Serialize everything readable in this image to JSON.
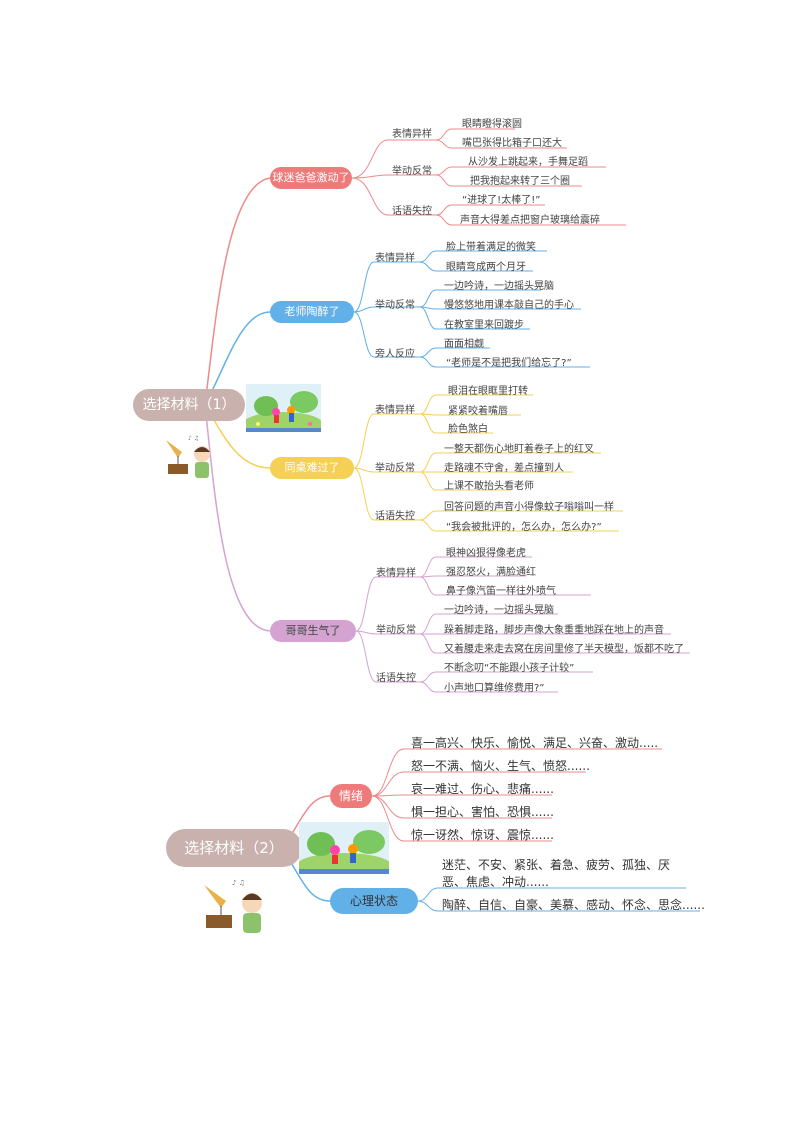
{
  "map1": {
    "root": "选择材料（1）",
    "b1": {
      "title": "球迷爸爸激动了",
      "groups": [
        {
          "label": "表情异样",
          "items": [
            "眼睛瞪得滚圆",
            "嘴巴张得比箱子口还大"
          ]
        },
        {
          "label": "举动反常",
          "items": [
            "从沙发上跳起来，手舞足蹈",
            "把我抱起来转了三个圈"
          ]
        },
        {
          "label": "话语失控",
          "items": [
            "“进球了!太棒了!”",
            "声音大得差点把窗户玻璃给震碎"
          ]
        }
      ]
    },
    "b2": {
      "title": "老师陶醉了",
      "groups": [
        {
          "label": "表情异样",
          "items": [
            "脸上带着满足的微笑",
            "眼睛弯成两个月牙"
          ]
        },
        {
          "label": "举动反常",
          "items": [
            "一边吟诗，一边摇头晃脑",
            "慢悠悠地用课本敲自己的手心",
            "在教室里来回踱步"
          ]
        },
        {
          "label": "旁人反应",
          "items": [
            "面面相觑",
            "“老师是不是把我们给忘了?”"
          ]
        }
      ]
    },
    "b3": {
      "title": "同桌难过了",
      "groups": [
        {
          "label": "表情异样",
          "items": [
            "眼泪在眼眶里打转",
            "紧紧咬着嘴唇",
            "脸色煞白"
          ]
        },
        {
          "label": "举动反常",
          "items": [
            "一整天都伤心地盯着卷子上的红叉",
            "走路魂不守舍，差点撞到人",
            "上课不敢抬头看老师"
          ]
        },
        {
          "label": "话语失控",
          "items": [
            "回答问题的声音小得像蚊子嗡嗡叫一样",
            "“我会被批评的，怎么办，怎么办?”"
          ]
        }
      ]
    },
    "b4": {
      "title": "哥哥生气了",
      "groups": [
        {
          "label": "表情异样",
          "items": [
            "眼神凶狠得像老虎",
            "强忍怒火，满脸通红",
            "鼻子像汽笛一样往外喷气"
          ]
        },
        {
          "label": "举动反常",
          "items": [
            "一边吟诗，一边摇头晃脑",
            "跺着脚走路，脚步声像大象重重地踩在地上的声音",
            "又着腰走来走去窝在房间里修了半天模型，饭都不吃了"
          ]
        },
        {
          "label": "话语失控",
          "items": [
            "不断念叨“不能跟小孩子计较”",
            "小声地口算维修费用?”"
          ]
        }
      ]
    }
  },
  "map2": {
    "root": "选择材料（2）",
    "b1": {
      "title": "情绪",
      "items": [
        "喜一高兴、快乐、愉悦、满足、兴奋、激动.....",
        "怒一不满、恼火、生气、愤怒......",
        "哀一难过、伤心、悲痛......",
        "惧一担心、害怕、恐惧......",
        "惊一讶然、惊讶、震惊......"
      ]
    },
    "b2": {
      "title": "心理状态",
      "items": [
        "迷茫、不安、紧张、着急、疲劳、孤独、厌",
        "恶、焦虑、冲动......",
        "陶醉、自信、自豪、美慕、感动、怀念、思念......"
      ]
    }
  },
  "colors": {
    "red": "#ee7a7a",
    "blue": "#62b0e8",
    "yellow": "#f6cf55",
    "purple": "#d4a3d2",
    "root": "#c9b2ae"
  }
}
